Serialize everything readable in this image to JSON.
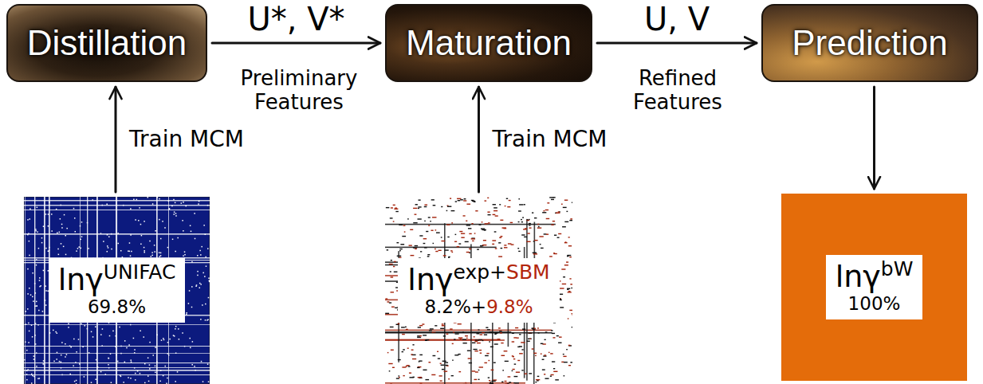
{
  "diagram": {
    "nodes": [
      {
        "text": [
          "Distillation"
        ]
      },
      {
        "text": [
          "Maturation"
        ]
      },
      {
        "text": [
          "Prediction"
        ]
      },
      {
        "text": [
          "lnγ",
          "UNIFAC",
          "69.8%"
        ]
      },
      {
        "text": [
          "lnγ",
          "exp+",
          "SBM",
          "8.2%+",
          "9.8%"
        ]
      },
      {
        "text": [
          "lnγ",
          "bW",
          "100%"
        ]
      }
    ],
    "edges": [
      {
        "from": 0,
        "to": 1,
        "arrow": "to",
        "label": "U*, V*"
      },
      {
        "from": 1,
        "to": 2,
        "arrow": "to",
        "label": "U, V"
      },
      {
        "from": 3,
        "to": 0,
        "arrow": "to",
        "label": "Train MCM"
      },
      {
        "from": 4,
        "to": 1,
        "arrow": "to",
        "label": "Train MCM"
      },
      {
        "from": 2,
        "to": 5,
        "arrow": "to"
      }
    ],
    "labels": [
      "Preliminary Features",
      "Refined Features"
    ]
  }
}
